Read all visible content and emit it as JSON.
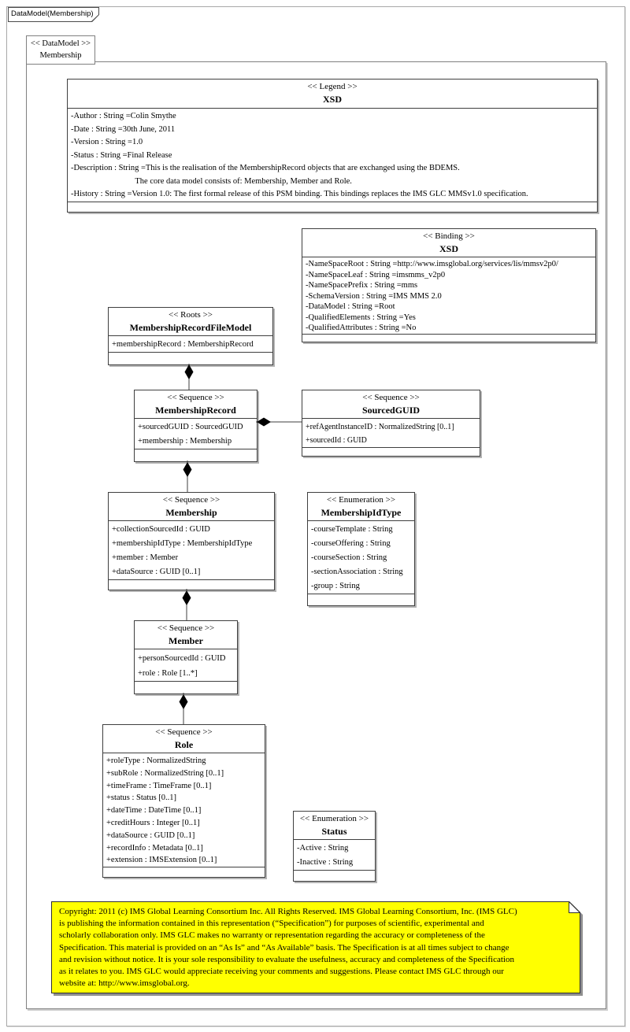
{
  "tab": {
    "label": "DataModel(Membership)"
  },
  "frame_label": {
    "stereotype": "<< DataModel >>",
    "name": "Membership"
  },
  "boxes": {
    "legend": {
      "stereotype": "<< Legend >>",
      "name": "XSD",
      "attributes": [
        "-Author : String =Colin Smythe",
        "-Date : String =30th June, 2011",
        "-Version : String =1.0",
        "-Status : String =Final Release",
        "-Description : String =This is the realisation of the MembershipRecord objects that are exchanged using the BDEMS.",
        "                               The core data model consists of: Membership, Member and Role.",
        "-History : String =Version 1.0: The first formal release of this PSM binding. This bindings replaces the IMS GLC MMSv1.0 specification."
      ]
    },
    "binding": {
      "stereotype": "<< Binding >>",
      "name": "XSD",
      "attributes": [
        "-NameSpaceRoot : String =http://www.imsglobal.org/services/lis/mmsv2p0/",
        "-NameSpaceLeaf : String =imsmms_v2p0",
        "-NameSpacePrefix : String =mms",
        "-SchemaVersion : String =IMS MMS 2.0",
        "-DataModel : String =Root",
        "-QualifiedElements : String =Yes",
        "-QualifiedAttributes : String =No"
      ]
    },
    "roots": {
      "stereotype": "<< Roots >>",
      "name": "MembershipRecordFileModel",
      "attributes": [
        "+membershipRecord : MembershipRecord"
      ]
    },
    "membership_record": {
      "stereotype": "<< Sequence >>",
      "name": "MembershipRecord",
      "attributes": [
        "+sourcedGUID : SourcedGUID",
        "+membership : Membership"
      ]
    },
    "sourced_guid": {
      "stereotype": "<< Sequence >>",
      "name": "SourcedGUID",
      "attributes": [
        "+refAgentInstanceID : NormalizedString [0..1]",
        "+sourcedId : GUID"
      ]
    },
    "membership": {
      "stereotype": "<< Sequence >>",
      "name": "Membership",
      "attributes": [
        "+collectionSourcedId : GUID",
        "+membershipIdType : MembershipIdType",
        "+member : Member",
        "+dataSource : GUID [0..1]"
      ]
    },
    "membership_id_type": {
      "stereotype": "<< Enumeration >>",
      "name": "MembershipIdType",
      "attributes": [
        "-courseTemplate : String",
        "-courseOffering : String",
        "-courseSection : String",
        "-sectionAssociation : String",
        "-group : String"
      ]
    },
    "member": {
      "stereotype": "<< Sequence >>",
      "name": "Member",
      "attributes": [
        "+personSourcedId : GUID",
        "+role : Role [1..*]"
      ]
    },
    "role": {
      "stereotype": "<< Sequence >>",
      "name": "Role",
      "attributes": [
        "+roleType : NormalizedString",
        "+subRole : NormalizedString [0..1]",
        "+timeFrame : TimeFrame [0..1]",
        "+status : Status [0..1]",
        "+dateTime : DateTime [0..1]",
        "+creditHours : Integer [0..1]",
        "+dataSource : GUID [0..1]",
        "+recordInfo : Metadata [0..1]",
        "+extension : IMSExtension [0..1]"
      ]
    },
    "status": {
      "stereotype": "<< Enumeration >>",
      "name": "Status",
      "attributes": [
        "-Active : String",
        "-Inactive : String"
      ]
    }
  },
  "note": {
    "lines": [
      "Copyright: 2011 (c) IMS Global Learning Consortium Inc.  All Rights Reserved.  IMS Global Learning Consortium, Inc. (IMS GLC)",
      "is publishing the information contained in this representation (“Specification”) for purposes of scientific, experimental and",
      "scholarly collaboration only.  IMS GLC makes no warranty or representation regarding  the accuracy or completeness of the",
      "Specification.  This material is provided on an “As Is” and “As Available” basis.  The Specification is at all times subject to change",
      "and revision without notice.  It is your sole responsibility to evaluate the usefulness, accuracy and completeness of the Specification",
      "as it relates to you.  IMS GLC would appreciate receiving your comments and suggestions.  Please contact IMS GLC through our",
      "website at: http://www.imsglobal.org."
    ]
  },
  "colors": {
    "note_fill": "#ffff00",
    "box_border": "#3f3f3f",
    "frame_border": "#808080",
    "shadow": "#b4b4b4"
  }
}
